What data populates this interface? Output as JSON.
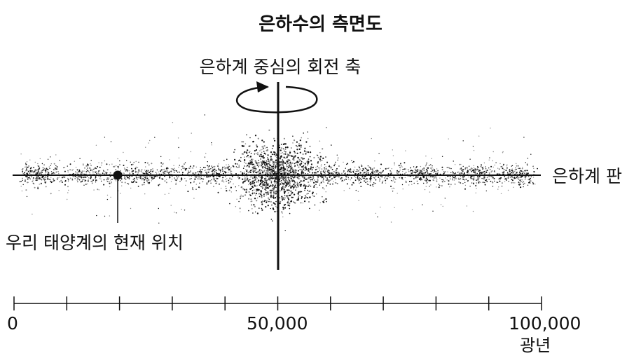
{
  "title": "은하수의 측면도",
  "labels": {
    "rotation_axis": "은하계 중심의 회전 축",
    "galactic_plane": "은하계 판",
    "sun_position": "우리 태양계의 현재 위치"
  },
  "scale": {
    "range": [
      0,
      100000
    ],
    "tick_step": 10000,
    "tick_labels": [
      "0",
      "50,000",
      "100,000"
    ],
    "unit": "광년"
  },
  "sun_position_ly": 20000,
  "colors": {
    "ink": "#111111",
    "star_light": "#8a8a8a"
  }
}
